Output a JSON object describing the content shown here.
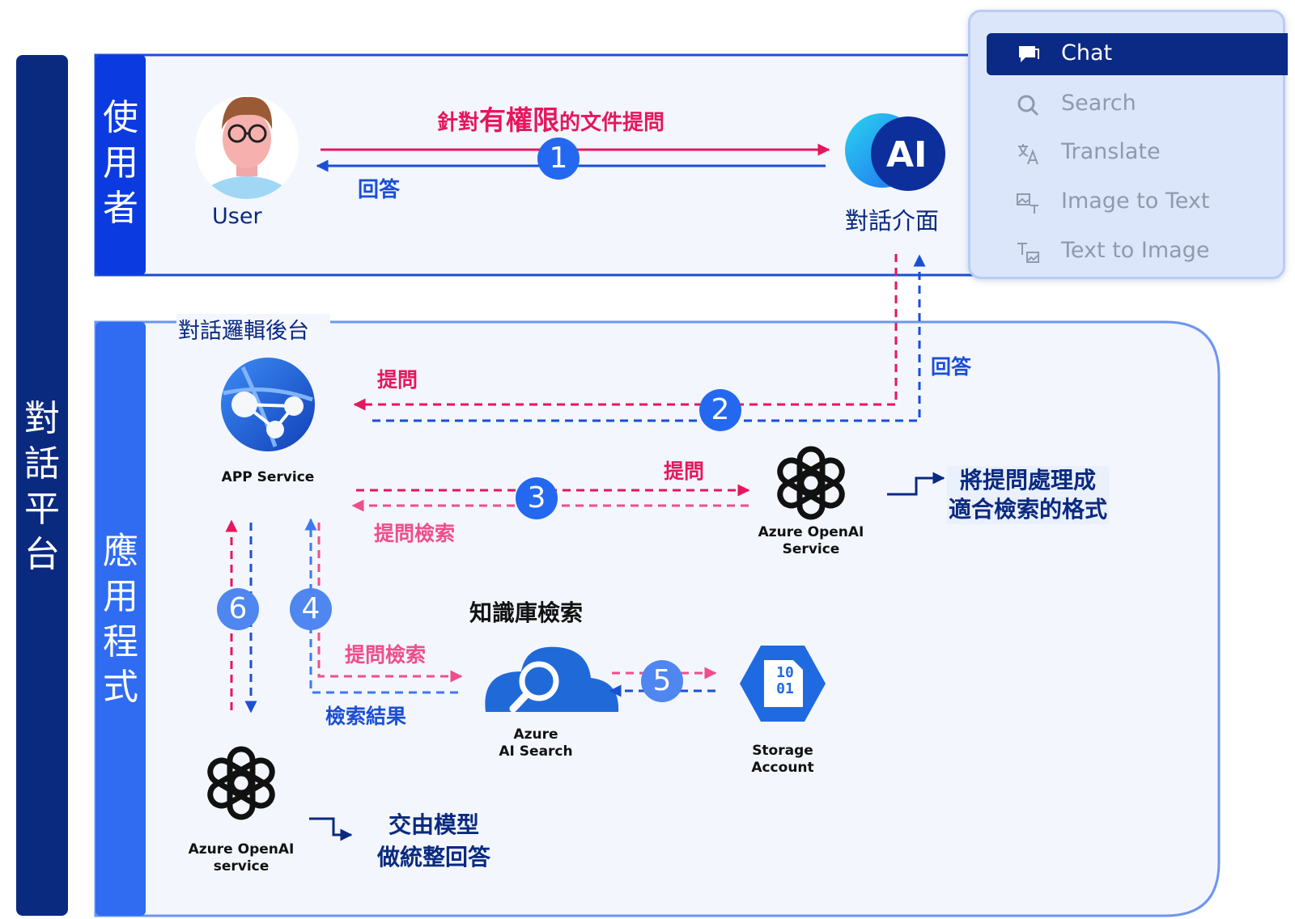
{
  "platform": {
    "label": "對話平台"
  },
  "sections": {
    "user": {
      "label": "使用者"
    },
    "app": {
      "label": "應用程式"
    }
  },
  "user": {
    "name": "User"
  },
  "chat_ui": {
    "logo_text": "AI",
    "label": "對話介面"
  },
  "top_flow": {
    "question_prefix": "針對",
    "question_emphasis": "有權限",
    "question_suffix": "的文件提問",
    "answer": "回答"
  },
  "backend": {
    "label": "對話邏輯後台"
  },
  "nodes": {
    "app_service": "APP Service",
    "openai_top_line1": "Azure OpenAI",
    "openai_top_line2": "Service",
    "ai_search_line1": "Azure",
    "ai_search_line2": "AI Search",
    "storage_line1": "Storage",
    "storage_line2": "Account",
    "storage_digits_1": "10",
    "storage_digits_2": "01",
    "openai_bottom_line1": "Azure OpenAI",
    "openai_bottom_line2": "service"
  },
  "flow_labels": {
    "step2_question": "提問",
    "step2_answer": "回答",
    "step3_question": "提問",
    "step3_search": "提問檢索",
    "kb_search": "知識庫檢索",
    "step4_search": "提問檢索",
    "step4_result": "檢索結果"
  },
  "steps": [
    "1",
    "2",
    "3",
    "4",
    "5",
    "6"
  ],
  "notes": {
    "openai_top_line1": "將提問處理成",
    "openai_top_line2": "適合檢索的格式",
    "openai_bottom_line1": "交由模型",
    "openai_bottom_line2": "做統整回答"
  },
  "menu": {
    "items": [
      {
        "label": "Chat",
        "icon": "chat-icon",
        "active": true
      },
      {
        "label": "Search",
        "icon": "search-icon",
        "active": false
      },
      {
        "label": "Translate",
        "icon": "translate-icon",
        "active": false
      },
      {
        "label": "Image to Text",
        "icon": "image-to-text-icon",
        "active": false
      },
      {
        "label": "Text to Image",
        "icon": "text-to-image-icon",
        "active": false
      }
    ]
  },
  "colors": {
    "navy": "#0a2a80",
    "blue": "#1a4fd6",
    "pink": "#e6175c",
    "bar_blue": "#0b3be0",
    "bar_light": "#2f6cf2"
  }
}
